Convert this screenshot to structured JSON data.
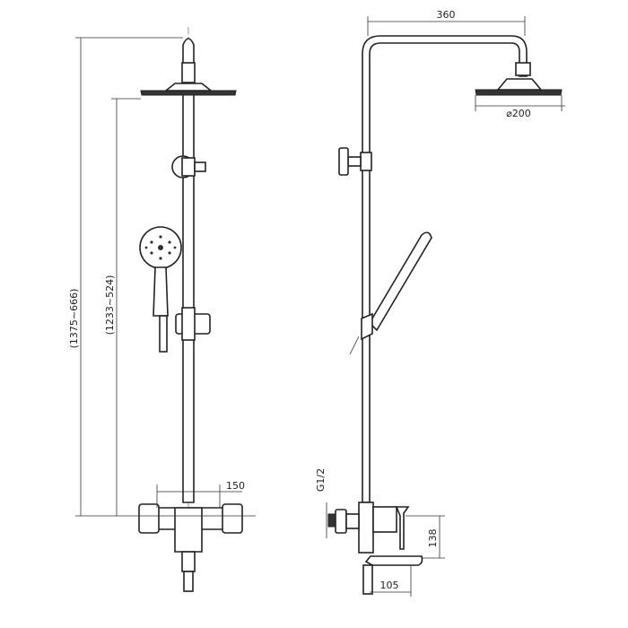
{
  "front_view": {
    "overall_height_label": "(1375~666)",
    "slide_rail_height_label": "(1233~524)",
    "mixer_center_distance_label": "150"
  },
  "side_view": {
    "arm_length_label": "360",
    "head_diameter_label": "⌀200",
    "inlet_thread_label": "G1/2",
    "spout_height_label": "138",
    "spout_reach_label": "105"
  }
}
